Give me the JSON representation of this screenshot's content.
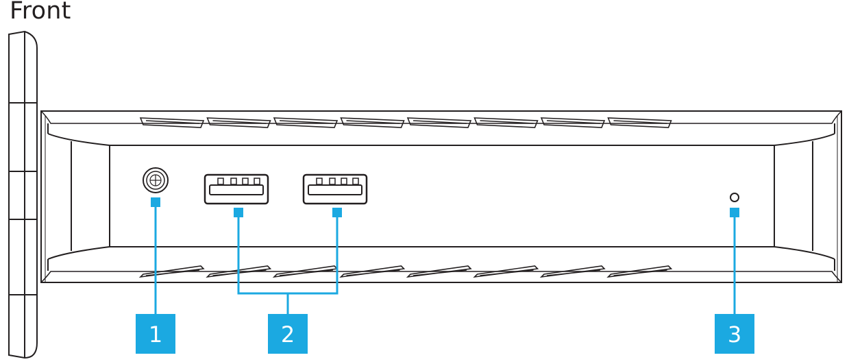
{
  "title": "Front",
  "callouts": [
    {
      "number": "1"
    },
    {
      "number": "2"
    },
    {
      "number": "3"
    }
  ],
  "colors": {
    "line": "#231f20",
    "callout": "#1ba9e1",
    "callout_text": "#ffffff"
  },
  "vent_slot_count": 8
}
